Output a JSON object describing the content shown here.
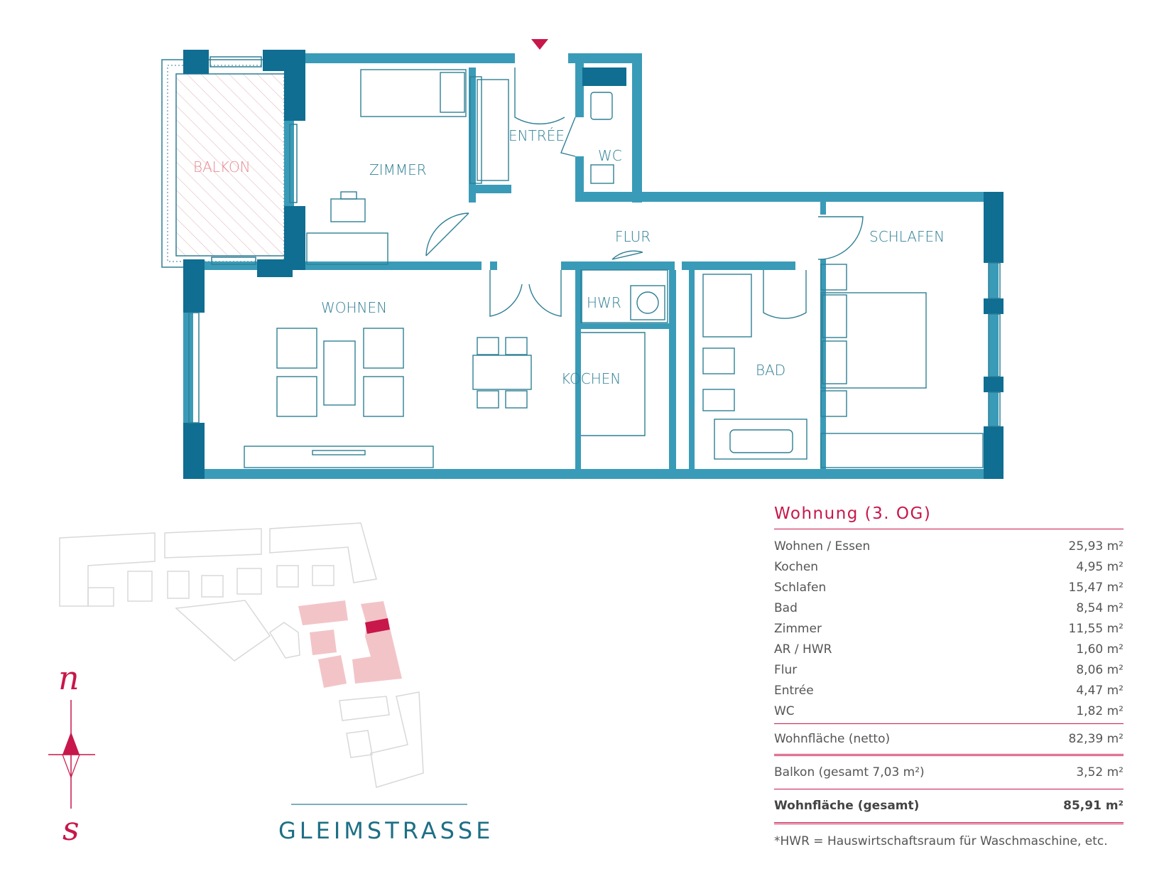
{
  "rooms": {
    "balkon": "BALKON",
    "zimmer": "ZIMMER",
    "entree": "ENTRÉE",
    "wc": "WC",
    "flur": "FLUR",
    "schlafen": "SCHLAFEN",
    "wohnen": "WOHNEN",
    "hwr": "HWR",
    "kochen": "KOCHEN",
    "bad": "BAD"
  },
  "site_plan": {
    "street": "GLEIMSTRASSE"
  },
  "compass": {
    "north": "n",
    "south": "s"
  },
  "area_table": {
    "title": "Wohnung (3. OG)",
    "rows": [
      {
        "label": "Wohnen / Essen",
        "value": "25,93 m²"
      },
      {
        "label": "Kochen",
        "value": "4,95 m²"
      },
      {
        "label": "Schlafen",
        "value": "15,47 m²"
      },
      {
        "label": "Bad",
        "value": "8,54 m²"
      },
      {
        "label": "Zimmer",
        "value": "11,55 m²"
      },
      {
        "label": "AR / HWR",
        "value": "1,60 m²"
      },
      {
        "label": "Flur",
        "value": "8,06 m²"
      },
      {
        "label": "Entrée",
        "value": "4,47 m²"
      },
      {
        "label": "WC",
        "value": "1,82 m²"
      }
    ],
    "net": {
      "label": "Wohnfläche (netto)",
      "value": "82,39 m²"
    },
    "balkon": {
      "label": "Balkon (gesamt 7,03 m²)",
      "value": "3,52 m²"
    },
    "total": {
      "label": "Wohnfläche (gesamt)",
      "value": "85,91 m²"
    },
    "footnote": "*HWR = Hauswirtschaftsraum für Waschmaschine, etc."
  },
  "colors": {
    "wall": "#3a9bb8",
    "wall_dark": "#0f6e92",
    "accent": "#c8174a",
    "highlight_light": "#f2c4c8"
  }
}
